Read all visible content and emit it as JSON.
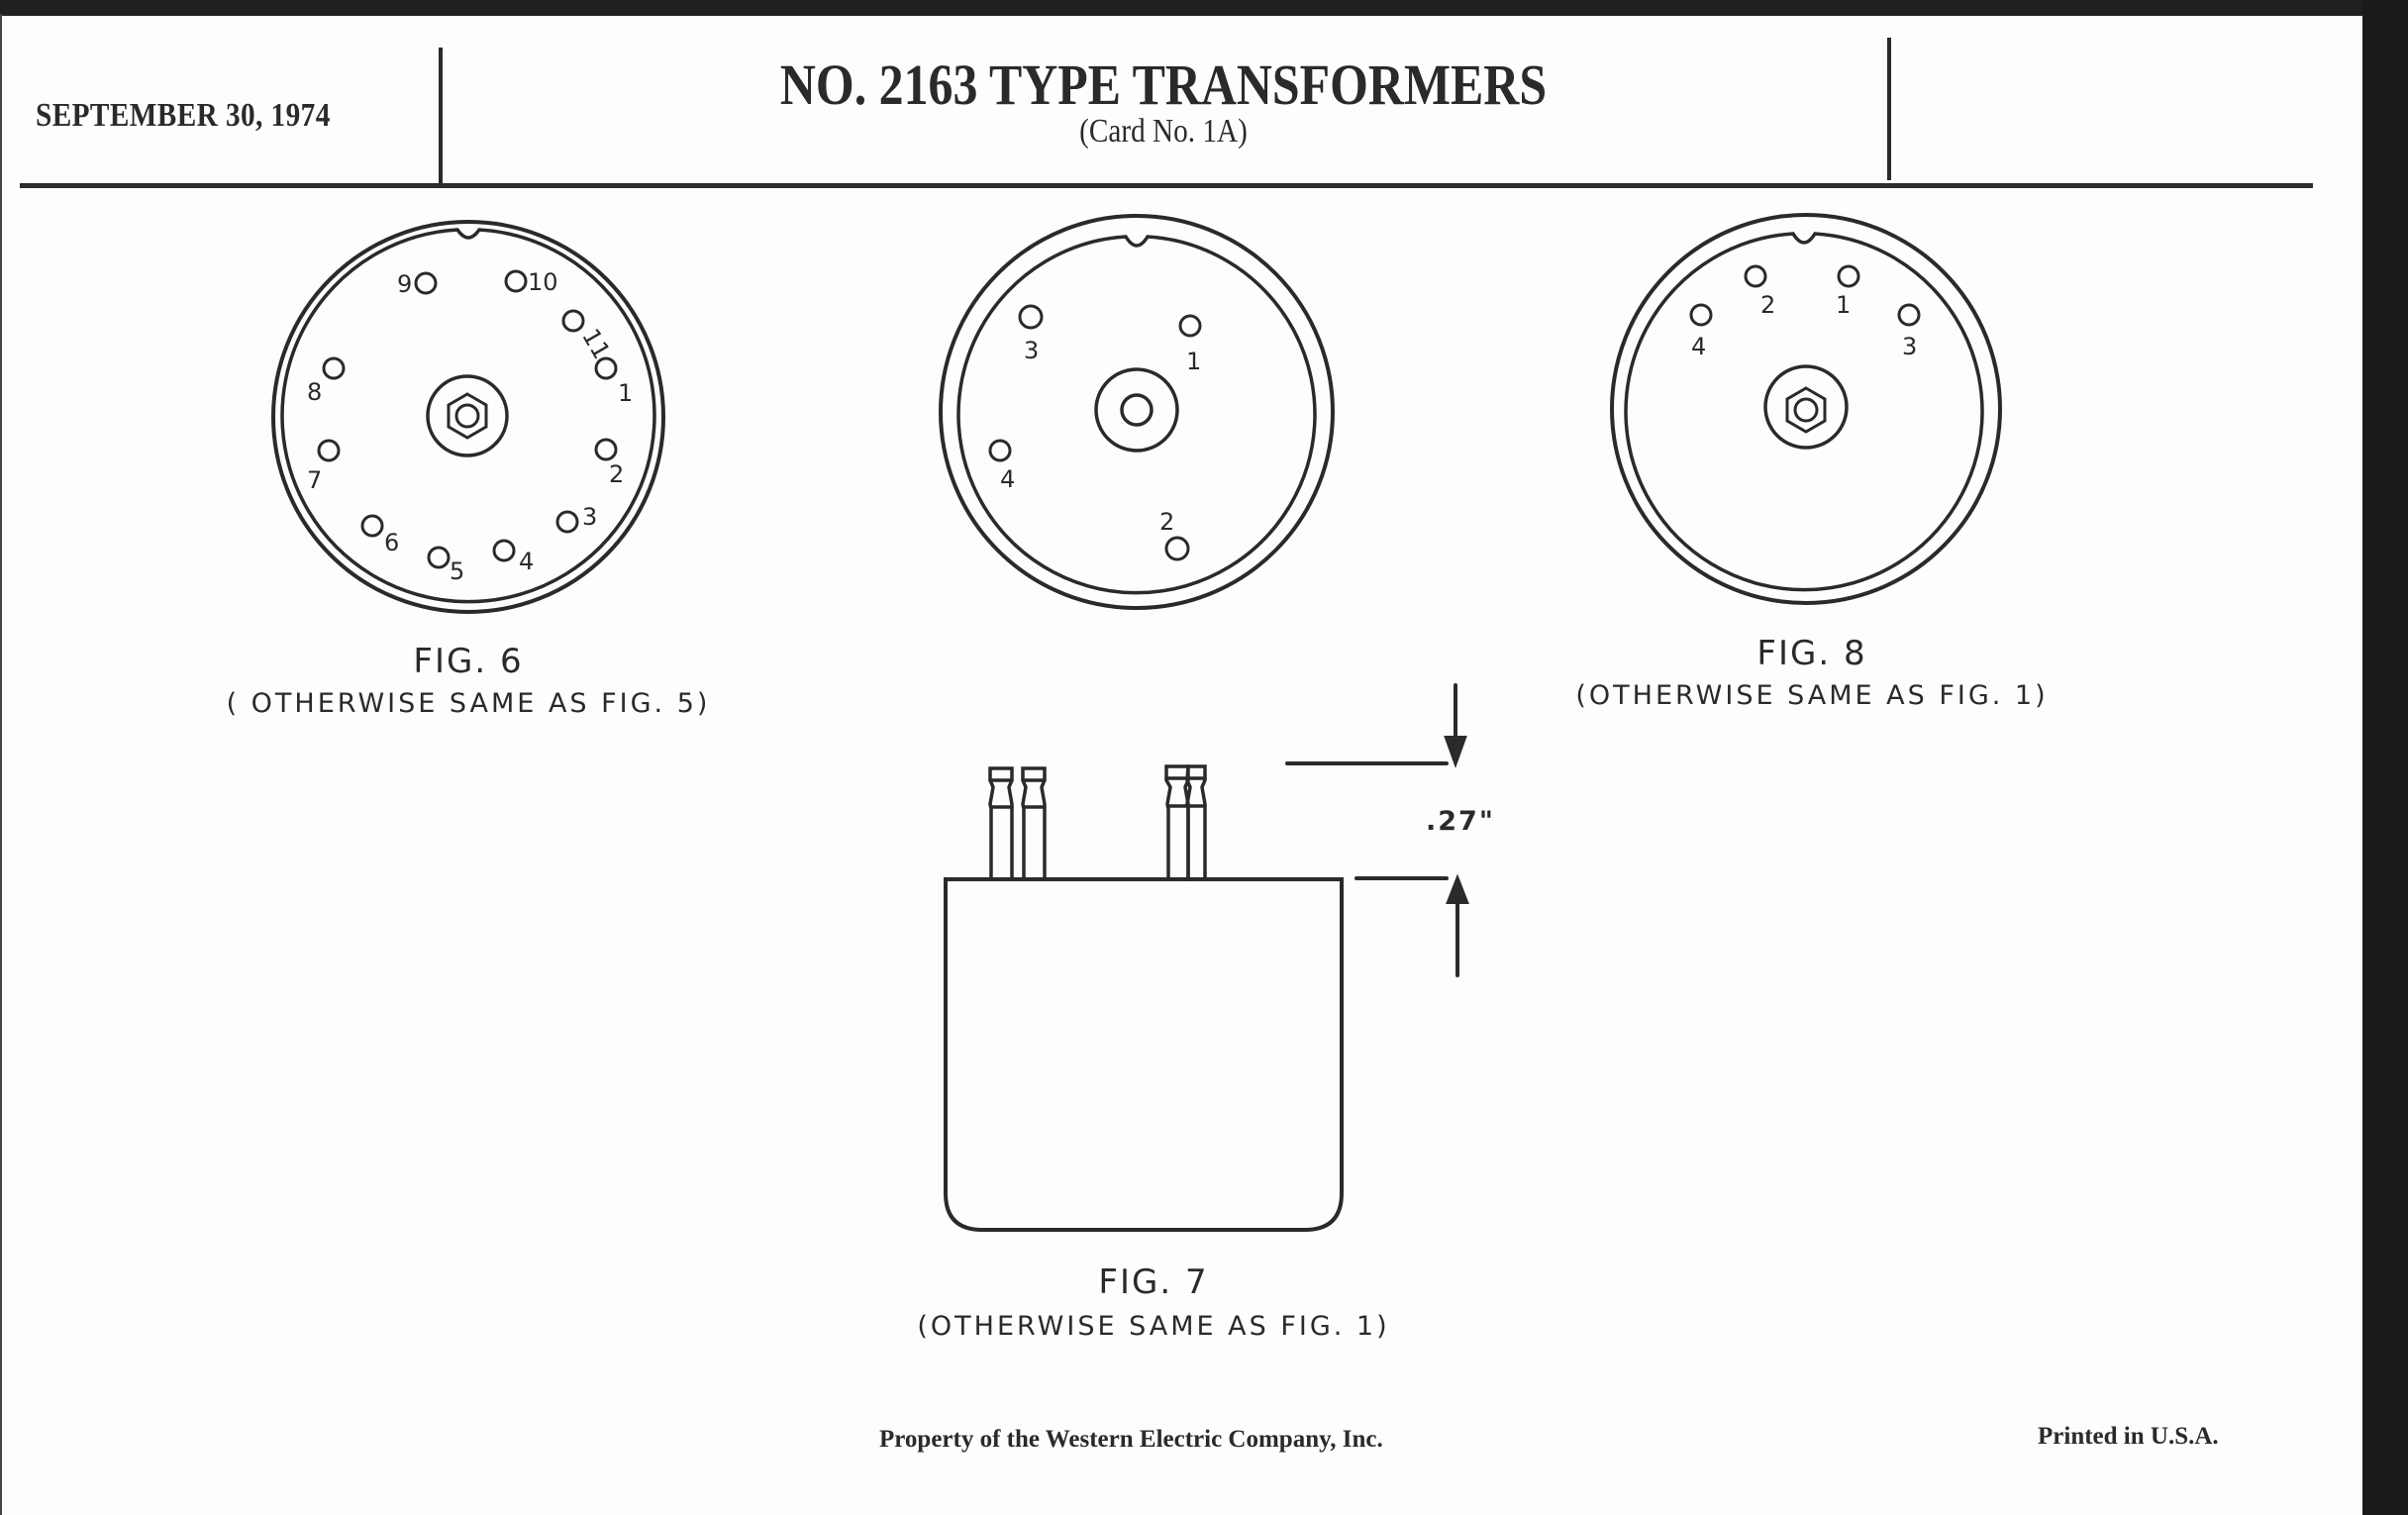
{
  "header": {
    "date": "SEPTEMBER 30, 1974",
    "title": "NO. 2163 TYPE TRANSFORMERS",
    "subtitle": "(Card No. 1A)"
  },
  "figures": {
    "fig6": {
      "label": "FIG. 6",
      "note": "( OTHERWISE SAME AS FIG. 5)",
      "terminals": [
        "1",
        "2",
        "3",
        "4",
        "5",
        "6",
        "7",
        "8",
        "9",
        "10",
        "11"
      ],
      "center": "hex-stud"
    },
    "fig7": {
      "label": "FIG. 7",
      "note": "(OTHERWISE SAME AS FIG. 1)",
      "dimension": ".27\""
    },
    "fig8": {
      "label": "FIG. 8",
      "note": "(OTHERWISE SAME AS FIG. 1)",
      "terminals": [
        "1",
        "2",
        "3",
        "4"
      ],
      "center": "hex-stud"
    },
    "fig_center": {
      "terminals": [
        "1",
        "2",
        "3",
        "4"
      ],
      "center": "round-stud"
    }
  },
  "footer": {
    "property": "Property of the Western Electric Company, Inc.",
    "printed": "Printed in U.S.A."
  },
  "colors": {
    "ink": "#2a2a2a",
    "paper": "#fdfdfd",
    "border": "#1c1c1c"
  }
}
